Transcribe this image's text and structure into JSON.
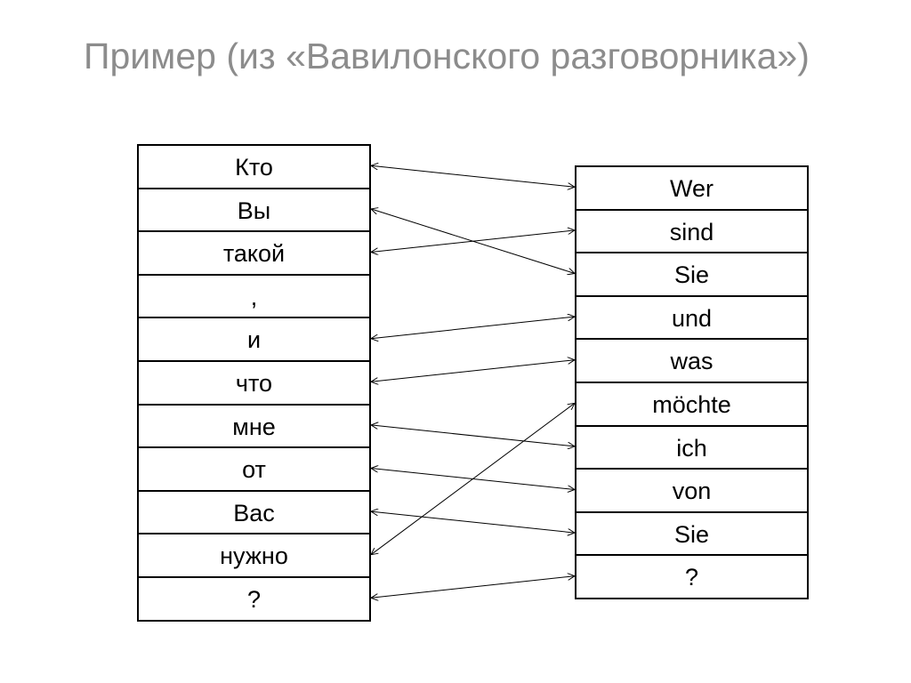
{
  "title": "Пример (из «Вавилонского разговорника»)",
  "russian_words": [
    "Кто",
    "Вы",
    "такой",
    ",",
    "и",
    "что",
    "мне",
    "от",
    "Вас",
    "нужно",
    "?"
  ],
  "german_words": [
    "Wer",
    "sind",
    "Sie",
    "und",
    "was",
    "möchte",
    "ich",
    "von",
    "Sie",
    "?"
  ],
  "alignments": [
    {
      "from": "Кто",
      "to": "Wer"
    },
    {
      "from": "Вы",
      "to": "Sie"
    },
    {
      "from": "такой",
      "to": "sind"
    },
    {
      "from": "и",
      "to": "und"
    },
    {
      "from": "что",
      "to": "was"
    },
    {
      "from": "мне",
      "to": "ich"
    },
    {
      "from": "от",
      "to": "von"
    },
    {
      "from": "Вас",
      "to": "Sie"
    },
    {
      "from": "нужно",
      "to": "möchte"
    },
    {
      "from": "?",
      "to": "?"
    }
  ]
}
